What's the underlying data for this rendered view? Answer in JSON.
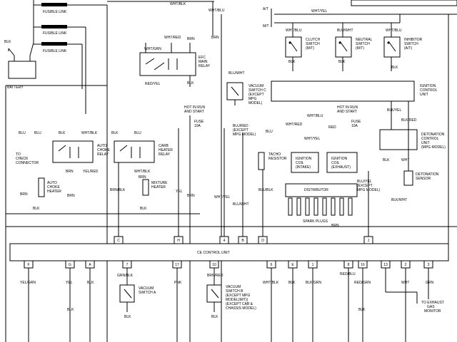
{
  "labels": {
    "fusible_link": "FUSIBLE LINK",
    "wht_blk": "WHT/BLK",
    "wht_blu": "WHT/BLU",
    "blk": "BLK",
    "brn": "BRN",
    "blu": "BLU",
    "battery": "BATTERY",
    "wht_grn": "WHT/GRN",
    "wht_red": "WHT/RED",
    "red_yel": "RED/YEL",
    "wht_yel": "WHT/YEL",
    "blu_wht": "BLU/WHT",
    "blu_yel": "BLU/YEL",
    "at": "A/T",
    "mt": "M/T",
    "red": "RED",
    "blk_yel": "BLK/YEL",
    "blk_red": "BLK/RED",
    "blk_wht": "BLK/WHT",
    "yel": "YEL",
    "yel_red": "YEL/RED",
    "yel_grn": "YEL/GRN",
    "grn_blk": "GRN/BLK",
    "brn_blk": "BRN/BLK",
    "brn_red": "BRN/RED",
    "blk_grn": "BLK/GRN",
    "red_blu": "RED/BLU",
    "red_grn": "RED/GRN",
    "pnk": "PNK",
    "wht": "WHT",
    "grn": "GRN",
    "blu_blk": "BLU/BLK",
    "wht_blu_mt": "WHT/BLU",
    "blu_red_except": "BLU/RED (EXCEPT MPG MODEL)",
    "blu_yel_except": "BLU/YEL (EXCEPT MPG MODEL)"
  },
  "components": {
    "efc_relay": "EFC MAIN RELAY",
    "clutch_switch": "CLUTCH SWITCH (M/T)",
    "neutral_switch": "NEUTRAL SWITCH (M/T)",
    "inhibitor_switch": "INHIBITOR SWITCH (A/T)",
    "vacuum_switch_c": "VACUUM SWITCH C (EXCEPT MPG MODEL)",
    "ignition_control_unit": "IGNITION CONTROL UNIT",
    "hot_run_start": "HOT IN RUN AND START",
    "fuse": "FUSE 10A",
    "to_check_connector": "TO CHECK CONNECTOR",
    "auto_choke_relay": "AUTO CHOKE RELAY",
    "carb_heater_relay": "CARB HEATER RELAY",
    "auto_choke_heater": "AUTO CHOKE HEATER",
    "mixture_heater": "MIXTURE HEATER",
    "tacho_resistor": "TACHO RESISTOR",
    "ignition_coil_intake": "IGNITION COIL (INTAKE)",
    "ignition_coil_exhaust": "IGNITION COIL (EXHAUST)",
    "distributor": "DISTRIBUTOR",
    "spark_plugs": "SPARK PLUGS",
    "detonation_control_unit": "DETONATION CONTROL UNIT (MPG MODEL)",
    "detonation_sensor": "DETONATION SENSOR",
    "ce_control_unit": "CE CONTROL UNIT",
    "vacuum_switch_a": "VACUUM SWITCH A",
    "vacuum_switch_b": "VACUUM SWITCH B (EXCEPT MPG MODEL(M/T)) (EXCEPT CAB & CHASSIS MODEL)",
    "to_exhaust_gas_monitor": "TO EXHAUST GAS MONITOR"
  },
  "connectors_top": [
    "C",
    "H",
    "4",
    "B",
    "D",
    "J"
  ],
  "connectors_bottom": [
    "F",
    "G",
    "A",
    "7",
    "17",
    "10",
    "6",
    "E",
    "1",
    "8",
    "16",
    "13",
    "2",
    "3"
  ]
}
